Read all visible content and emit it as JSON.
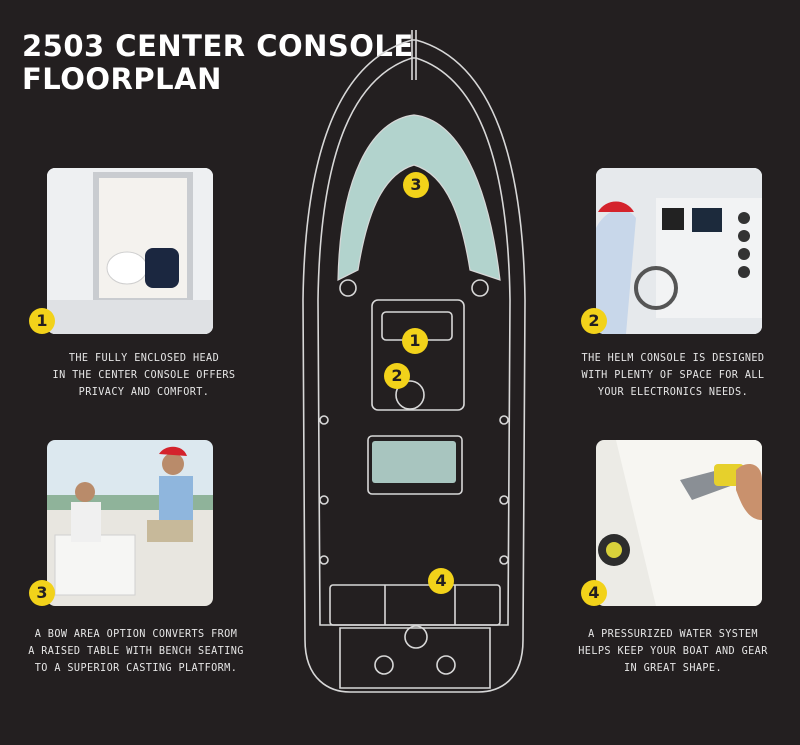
{
  "title": {
    "line1": "2503 CENTER CONSOLE",
    "line2": "FLOORPLAN"
  },
  "accent_color": "#f2d21a",
  "features": [
    {
      "number": "1",
      "caption_lines": [
        "THE FULLY ENCLOSED HEAD",
        "IN THE CENTER CONSOLE OFFERS",
        "PRIVACY AND COMFORT."
      ]
    },
    {
      "number": "2",
      "caption_lines": [
        "THE HELM CONSOLE IS DESIGNED",
        "WITH PLENTY OF SPACE FOR ALL",
        "YOUR ELECTRONICS NEEDS."
      ]
    },
    {
      "number": "3",
      "caption_lines": [
        "A BOW AREA OPTION CONVERTS FROM",
        "A RAISED TABLE WITH BENCH SEATING",
        "TO A SUPERIOR CASTING PLATFORM."
      ]
    },
    {
      "number": "4",
      "caption_lines": [
        "A PRESSURIZED WATER SYSTEM",
        "HELPS KEEP YOUR BOAT AND GEAR",
        "IN GREAT SHAPE."
      ]
    }
  ],
  "floorplan_markers": [
    "3",
    "1",
    "2",
    "4"
  ]
}
